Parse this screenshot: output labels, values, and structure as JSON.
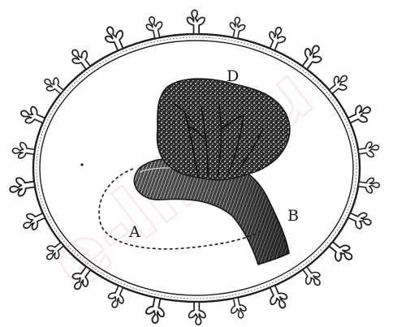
{
  "figure": {
    "labels": {
      "a": "A",
      "b": "B",
      "d": "D"
    },
    "watermark_text": "e-lib.ru",
    "colors": {
      "ink": "#1f1f1f",
      "paper": "#ffffff",
      "watermark": "#d42a2a"
    }
  }
}
